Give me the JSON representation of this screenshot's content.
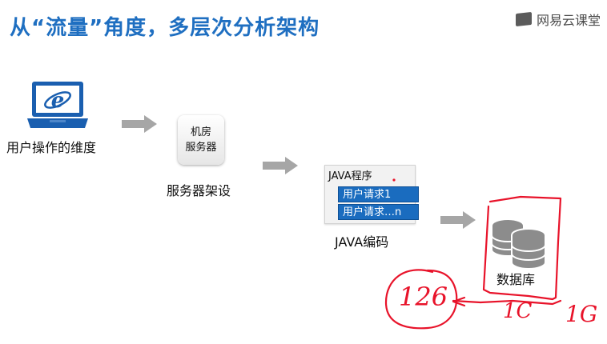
{
  "slide": {
    "title": "从“流量”角度，多层次分析架构",
    "brand": "网易云课堂"
  },
  "flow": {
    "user_label": "用户操作的维度",
    "server_box_line1": "机房",
    "server_box_line2": "服务器",
    "server_label": "服务器架设",
    "java_panel_title": "JAVA程序",
    "request_1": "用户请求1",
    "request_n": "用户请求…n",
    "java_label": "JAVA编码",
    "db_label": "数据库"
  },
  "annotations": {
    "circled_number": "126",
    "mid_text": "1C",
    "right_text": "1G"
  },
  "colors": {
    "title": "#1f6fc1",
    "accent_blue": "#1a6cbf",
    "arrow_gray": "#a6a6a6",
    "pen_red": "#e8132a",
    "db_gray": "#8c8c8c"
  },
  "icons": {
    "laptop": "laptop-ie-icon",
    "database": "database-icon",
    "arrow": "right-arrow-icon"
  }
}
